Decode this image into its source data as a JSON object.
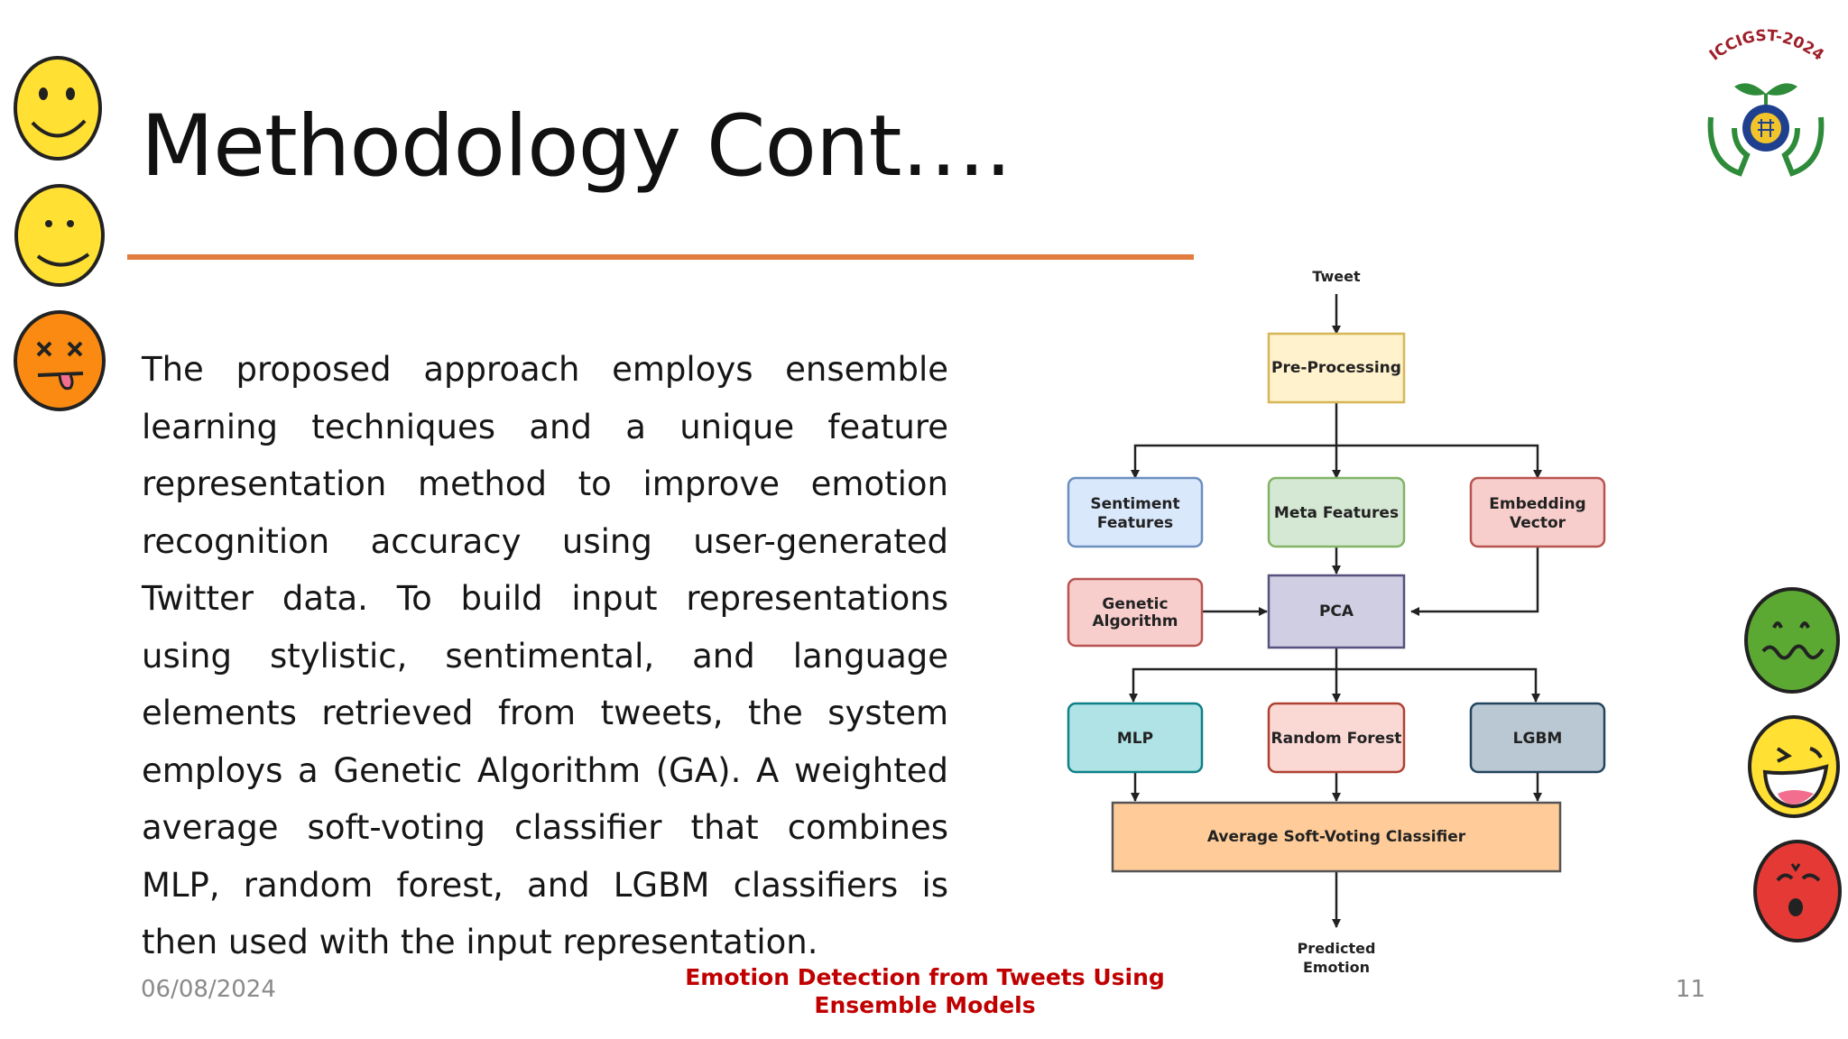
{
  "slide": {
    "title": "Methodology Cont….",
    "body": "The proposed approach employs ensemble learning techniques and a unique feature representation method to improve emotion recognition accuracy using user-generated Twitter data. To build input representations using stylistic, sentimental, and language elements retrieved from tweets, the system employs a Genetic Algorithm (GA). A weighted average soft-voting classifier that combines MLP, random forest, and LGBM classifiers is then used with the input representation.",
    "accent_color": "#E27D3F"
  },
  "logo": {
    "arc_text": "ICCIGST-2024"
  },
  "diagram": {
    "tweet": "Tweet",
    "preprocessing": "Pre-Processing",
    "sentiment": [
      "Sentiment",
      "Features"
    ],
    "meta": "Meta Features",
    "embedding": [
      "Embedding",
      "Vector"
    ],
    "genetic": [
      "Genetic",
      "Algorithm"
    ],
    "pca": "PCA",
    "mlp": "MLP",
    "random_forest": "Random Forest",
    "lgbm": "LGBM",
    "classifier": "Average Soft-Voting Classifier",
    "output": [
      "Predicted",
      "Emotion"
    ]
  },
  "footer": {
    "date": "06/08/2024",
    "title": "Emotion Detection from Tweets Using Ensemble Models",
    "page": "11",
    "title_color": "#C00000"
  },
  "emojis": [
    "smile-face",
    "neutral-face",
    "dizzy-face",
    "nauseated-face",
    "laughing-face",
    "angry-face"
  ]
}
